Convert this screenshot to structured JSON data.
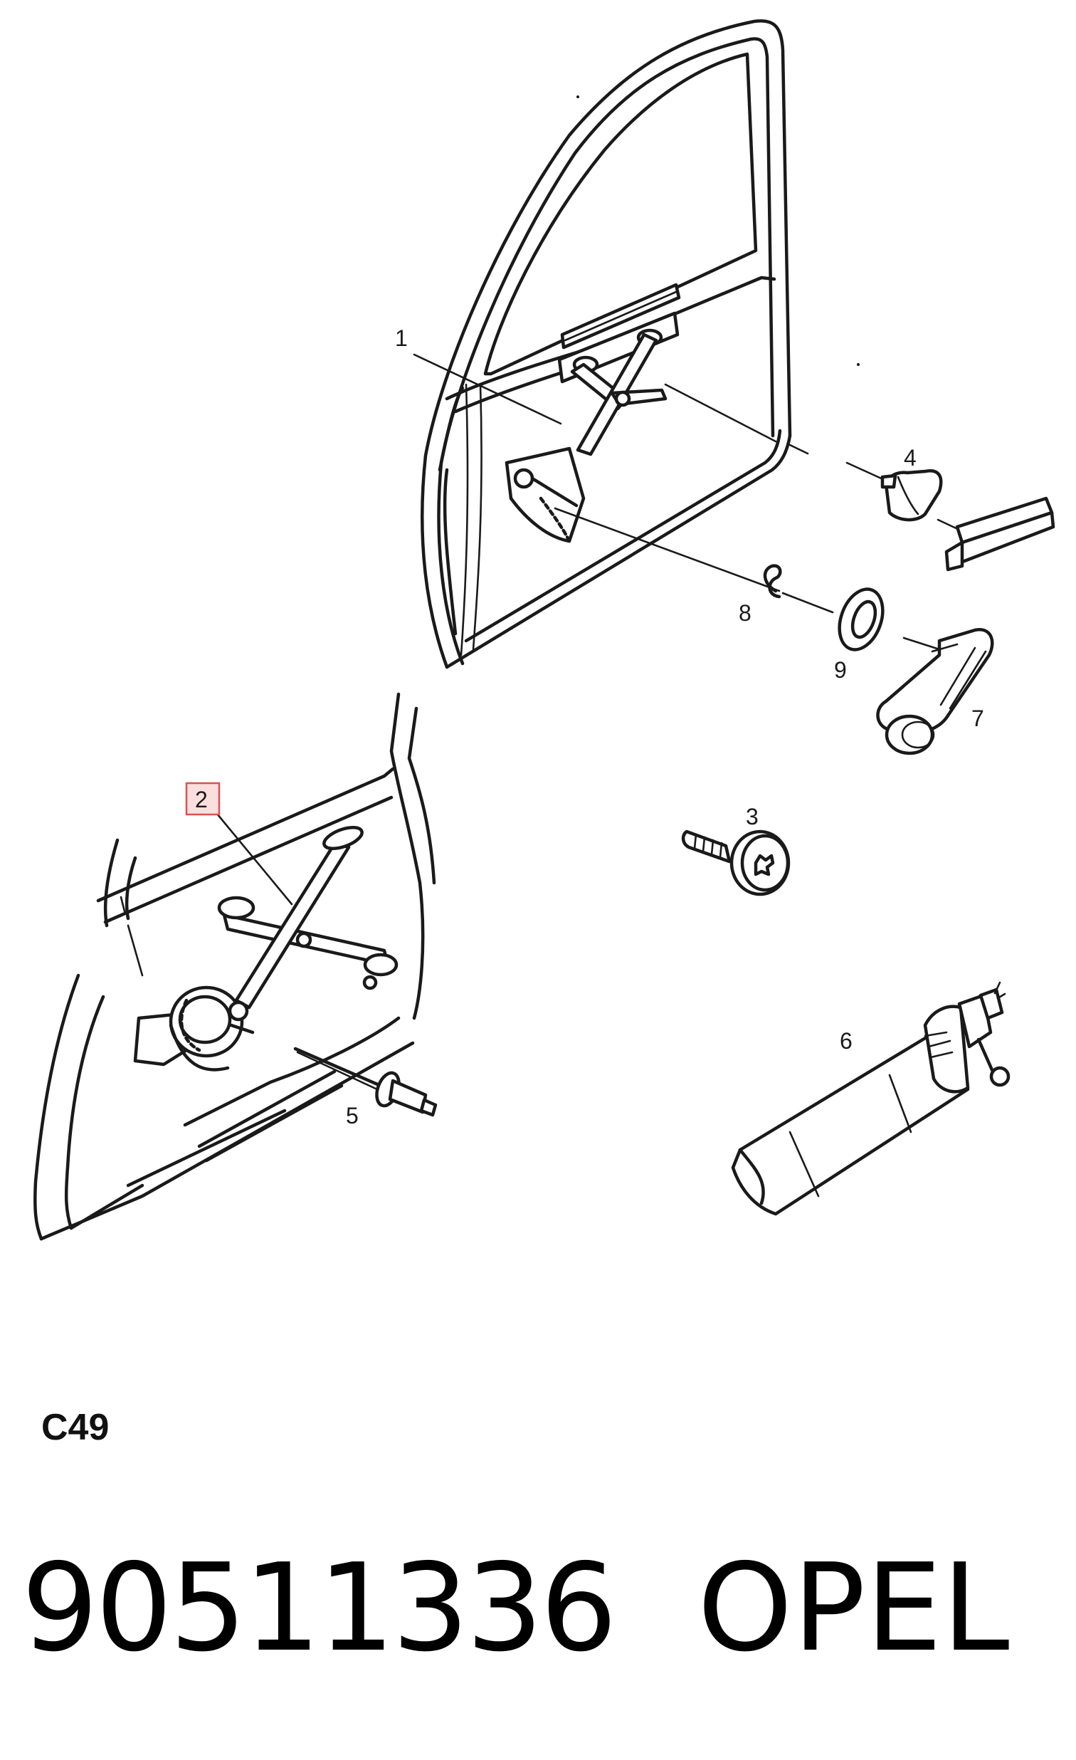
{
  "diagram": {
    "callouts": [
      {
        "id": "1",
        "label": "1",
        "highlighted": false
      },
      {
        "id": "2",
        "label": "2",
        "highlighted": true
      },
      {
        "id": "3",
        "label": "3",
        "highlighted": false
      },
      {
        "id": "4",
        "label": "4",
        "highlighted": false
      },
      {
        "id": "5",
        "label": "5",
        "highlighted": false
      },
      {
        "id": "6",
        "label": "6",
        "highlighted": false
      },
      {
        "id": "7",
        "label": "7",
        "highlighted": false
      },
      {
        "id": "8",
        "label": "8",
        "highlighted": false
      },
      {
        "id": "9",
        "label": "9",
        "highlighted": false
      }
    ],
    "highlight_color": "#d9534f"
  },
  "code_label": "C49",
  "footer": {
    "part_number": "90511336",
    "brand": "OPEL"
  }
}
